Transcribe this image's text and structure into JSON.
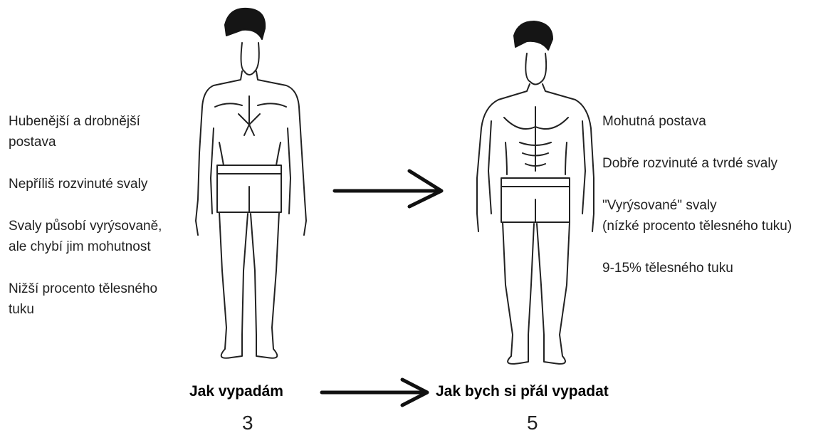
{
  "current": {
    "notes": [
      [
        "Hubenější a drobnější",
        "postava"
      ],
      [
        "Nepříliš rozvinuté svaly"
      ],
      [
        "Svaly působí vyrýsovaně,",
        "ale chybí jim mohutnost"
      ],
      [
        "Nižší procento tělesného",
        "tuku"
      ]
    ],
    "caption": "Jak vypadám",
    "number": "3"
  },
  "desired": {
    "notes": [
      [
        "Mohutná postava"
      ],
      [
        "Dobře rozvinuté a tvrdé svaly"
      ],
      [
        "\"Vyrýsované\" svaly",
        "(nízké procento tělesného tuku)"
      ],
      [
        "9-15% tělesného tuku"
      ]
    ],
    "caption": "Jak bych si přál vypadat",
    "number": "5"
  },
  "colors": {
    "ink": "#111111",
    "hair": "#151515",
    "text": "#222222"
  }
}
